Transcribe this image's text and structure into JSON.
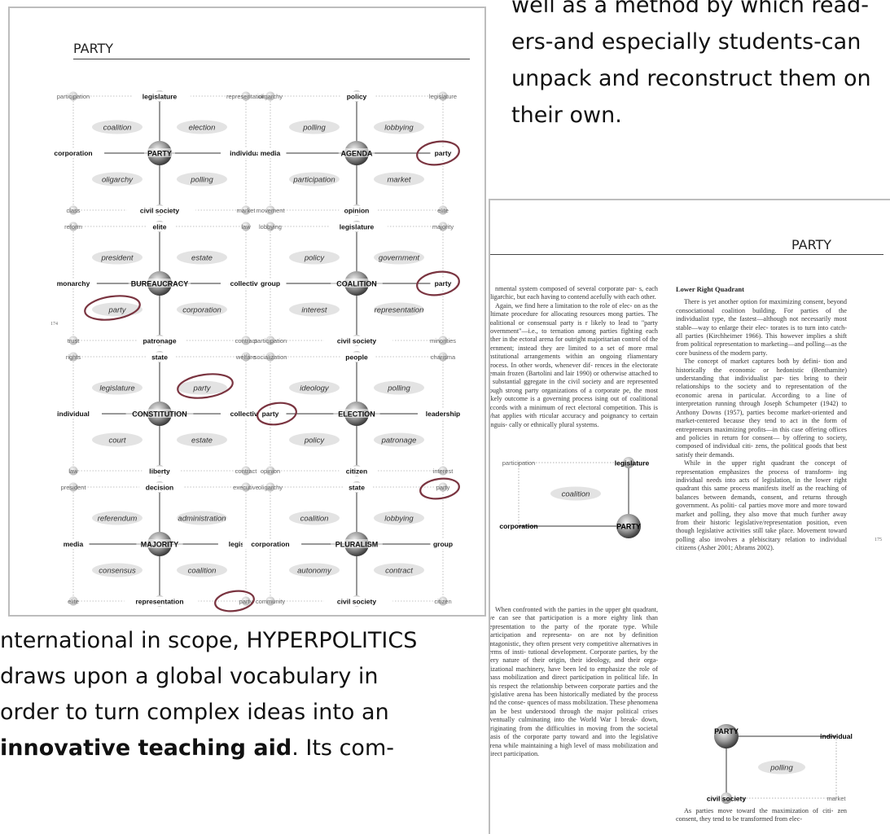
{
  "left_page": {
    "header": "PARTY",
    "page_number": "174",
    "diagrams": [
      {
        "center": "PARTY",
        "top": "legislature",
        "bottom": "civil society",
        "left": "corporation",
        "right": "individual",
        "tl": "participation",
        "tr": "representation",
        "bl": "class",
        "br": "market",
        "q1": "coalition",
        "q2": "election",
        "q3": "oligarchy",
        "q4": "polling",
        "circled": "",
        "circled_q": ""
      },
      {
        "center": "AGENDA",
        "top": "policy",
        "bottom": "opinion",
        "left": "media",
        "right": "party",
        "tl": "oligarchy",
        "tr": "legislature",
        "bl": "movement",
        "br": "elite",
        "q1": "polling",
        "q2": "lobbying",
        "q3": "participation",
        "q4": "market",
        "circled": "right",
        "circled_q": ""
      },
      {
        "center": "BUREAUCRACY",
        "top": "elite",
        "bottom": "patronage",
        "left": "monarchy",
        "right": "collective",
        "tl": "reform",
        "tr": "law",
        "bl": "trust",
        "br": "contract",
        "q1": "president",
        "q2": "estate",
        "q3": "party",
        "q4": "corporation",
        "circled": "",
        "circled_q": "q3"
      },
      {
        "center": "COALITION",
        "top": "legislature",
        "bottom": "civil society",
        "left": "group",
        "right": "party",
        "tl": "lobbying",
        "tr": "majority",
        "bl": "participation",
        "br": "minorities",
        "q1": "policy",
        "q2": "government",
        "q3": "interest",
        "q4": "representation",
        "circled": "right",
        "circled_q": ""
      },
      {
        "center": "CONSTITUTION",
        "top": "state",
        "bottom": "liberty",
        "left": "individual",
        "right": "collective",
        "tl": "rights",
        "tr": "welfare",
        "bl": "law",
        "br": "contract",
        "q1": "legislature",
        "q2": "party",
        "q3": "court",
        "q4": "estate",
        "circled": "",
        "circled_q": "q2"
      },
      {
        "center": "ELECTION",
        "top": "people",
        "bottom": "citizen",
        "left": "party",
        "right": "leadership",
        "tl": "socialization",
        "tr": "charisma",
        "bl": "opinion",
        "br": "interest",
        "q1": "ideology",
        "q2": "polling",
        "q3": "policy",
        "q4": "patronage",
        "circled": "left",
        "circled_q": ""
      },
      {
        "center": "MAJORITY",
        "top": "decision",
        "bottom": "representation",
        "left": "media",
        "right": "legislature",
        "tl": "president",
        "tr": "executive",
        "bl": "elite",
        "br": "party",
        "q1": "referendum",
        "q2": "administration",
        "q3": "consensus",
        "q4": "coalition",
        "circled": "br",
        "circled_q": ""
      },
      {
        "center": "PLURALISM",
        "top": "state",
        "bottom": "civil society",
        "left": "corporation",
        "right": "group",
        "tl": "oligarchy",
        "tr": "party",
        "bl": "community",
        "br": "citizen",
        "q1": "coalition",
        "q2": "lobbying",
        "q3": "autonomy",
        "q4": "contract",
        "circled": "tr",
        "circled_q": ""
      }
    ]
  },
  "blurb_top": {
    "lines": [
      "well as a method by which read-",
      "ers-and especially students-can",
      "unpack and reconstruct them on",
      "their own."
    ]
  },
  "blurb_bottom": {
    "line1": "nternational in scope, HYPERPOLITICS",
    "line2": "draws upon a global vocabulary in",
    "line3": "order to turn complex ideas into an",
    "line4_bold": "innovative teaching aid",
    "line4_rest": ". Its com-"
  },
  "right_page": {
    "header": "PARTY",
    "page_number": "175",
    "col1_paragraphs": [
      "nmental system composed of several corporate par- s, each oligarchic, but each having to contend acefully with each other.",
      "Again, we find here a limitation to the role of elec- on as the ultimate procedure for allocating resources mong parties. The coalitional or consensual party is r likely to lead to \"party government\"—i.e., to ternation among parties fighting each other in the ectoral arena for outright majoritarian control of the vernment; instead they are limited to a set of more rmal institutional arrangements within an ongoing rliamentary process. In other words, whenever dif- rences in the electorate remain frozen (Bartolini and lair 1990) or otherwise attached to a substantial ggregate in the civil society and are represented rough strong party organizations of a corporate pe, the most likely outcome is a governing process ising out of coalitional accords with a minimum of rect electoral competition. This is what applies with rticular accuracy and poignancy to certain linguis- cally or ethnically plural systems."
    ],
    "mini_diag1": {
      "tl": "participation",
      "top": "legislature",
      "q": "coalition",
      "left": "corporation",
      "center": "PARTY"
    },
    "col1_paragraphs_b": [
      "When confronted with the parties in the upper ght quadrant, we can see that participation is a more eighty link than representation to the party of the rporate type. While participation and representa- on are not by definition antagonistic, they often present very competitive alternatives in terms of insti- tutional development. Corporate parties, by the very nature of their origin, their ideology, and their orga- nizational machinery, have been led to emphasize the role of mass mobilization and direct participation in political life. In this respect the relationship between corporate parties and the legislative arena has been historically mediated by the process and the conse- quences of mass mobilization. These phenomena can be best understood through the major political crises eventually culminating into the World War I break- down, originating from the difficulties in moving from the societal basis of the corporate party toward and into the legislative arena while maintaining a high level of mass mobilization and direct participation."
    ],
    "col2_heading": "Lower Right Quadrant",
    "col2_paragraphs": [
      "There is yet another option for maximizing consent, beyond consociational coalition building. For parties of the individualist type, the fastest—although not necessarily most stable—way to enlarge their elec- torates is to turn into catch-all parties (Kirchheimer 1966). This however implies a shift from political representation to marketing—and polling—as the core business of the modern party.",
      "The concept of market captures both by defini- tion and historically the economic or hedonistic (Benthamite) understanding that individualist par- ties bring to their relationships to the society and to representation of the economic arena in particular. According to a line of interpretation running through Joseph Schumpeter (1942) to Anthony Downs (1957), parties become market-oriented and market-centered because they tend to act in the form of entrepreneurs maximizing profits—in this case offering offices and policies in return for consent— by offering to society, composed of individual citi- zens, the political goods that best satisfy their demands.",
      "While in the upper right quadrant the concept of representation emphasizes the process of transform- ing individual needs into acts of legislation, in the lower right quadrant this same process manifests itself as the reaching of balances between demands, consent, and returns through government. As politi- cal parties move more and more toward market and polling, they also move that much further away from their historic legislative/representation position, even though legislative activities still take place. Movement toward polling also involves a plebiscitary relation to individual citizens (Asher 2001; Abrams 2002)."
    ],
    "mini_diag2": {
      "center": "PARTY",
      "right": "individual",
      "q": "polling",
      "bottom": "civil society",
      "br": "market"
    },
    "col2_tail": "As parties move toward the maximization of citi- zen consent, they tend to be transformed from elec-"
  }
}
